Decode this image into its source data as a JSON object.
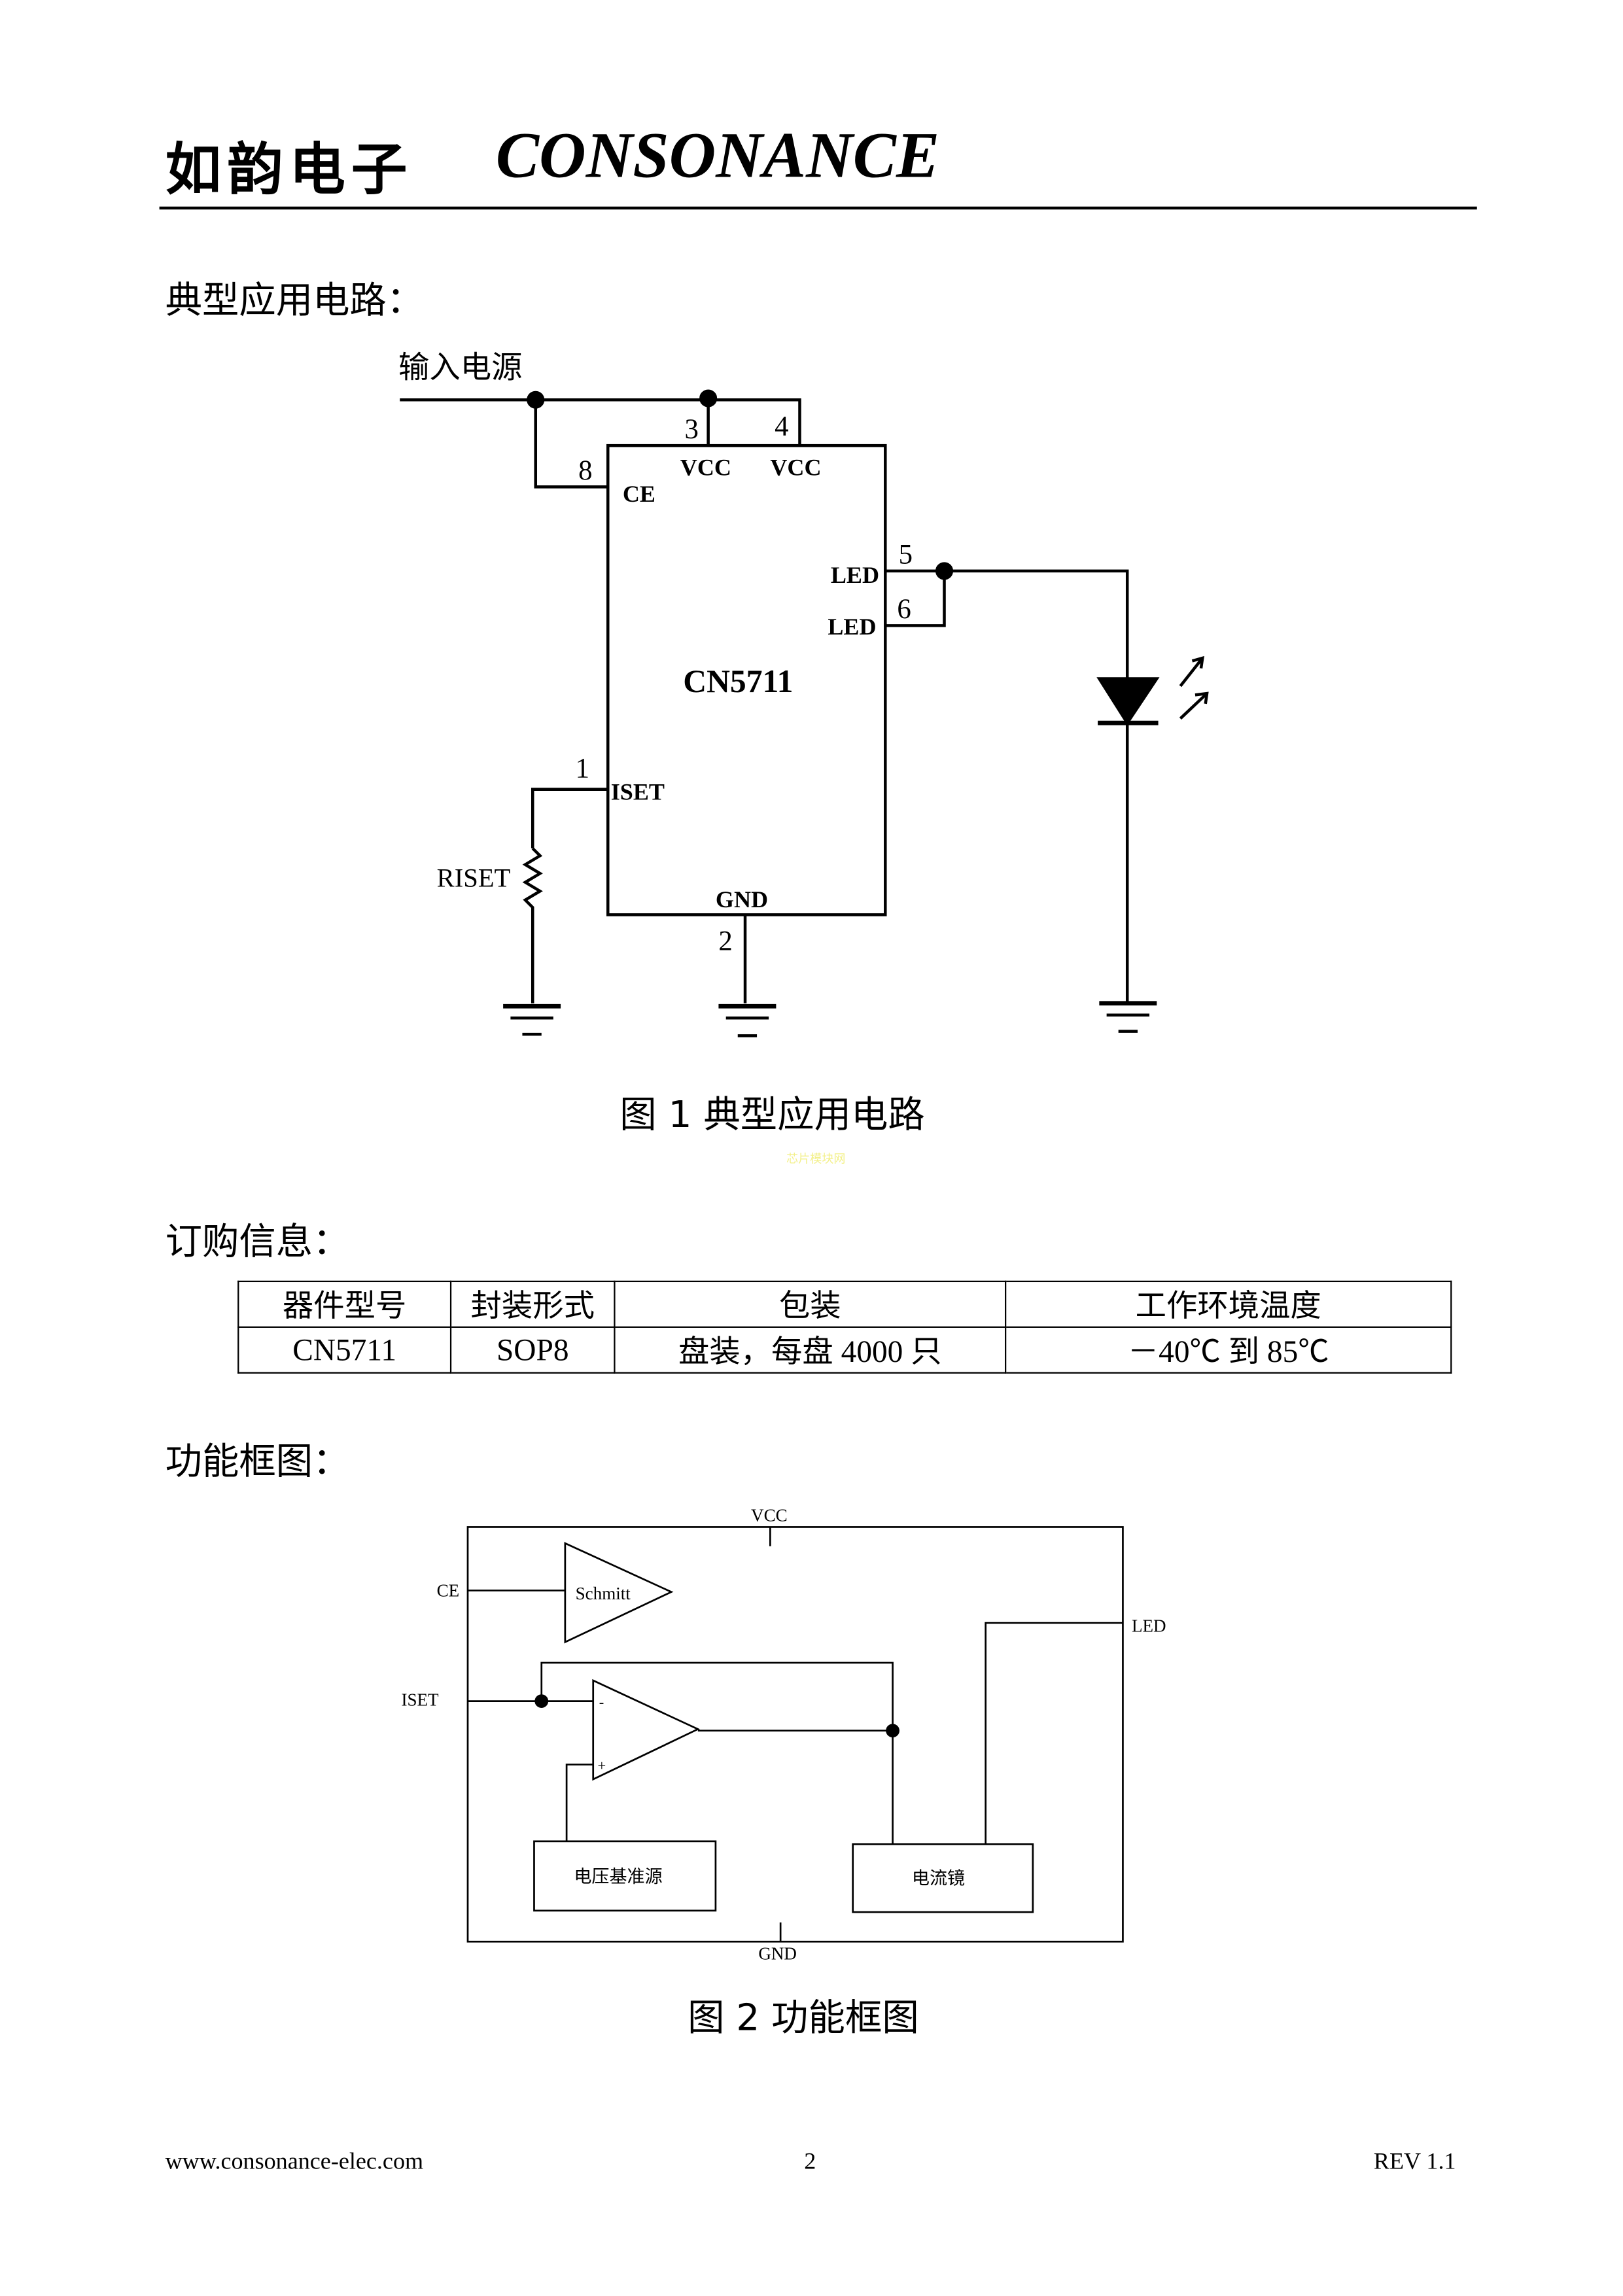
{
  "header": {
    "company_cn": "如韵电子",
    "company_en": "CONSONANCE"
  },
  "section_typical": {
    "title": "典型应用电路："
  },
  "figure1": {
    "input_label": "输入电源",
    "chip": "CN5711",
    "pins": {
      "p1": "1",
      "p2": "2",
      "p3": "3",
      "p4": "4",
      "p5": "5",
      "p6": "6",
      "p8": "8"
    },
    "pin_names": {
      "vcc1": "VCC",
      "vcc2": "VCC",
      "ce": "CE",
      "led1": "LED",
      "led2": "LED",
      "iset": "ISET",
      "gnd": "GND"
    },
    "resistor": "RISET",
    "caption": "图 1    典型应用电路"
  },
  "watermark": "芯片模块网",
  "section_order": {
    "title": "订购信息："
  },
  "order_table": {
    "headers": [
      "器件型号",
      "封装形式",
      "包装",
      "工作环境温度"
    ],
    "rows": [
      [
        "CN5711",
        "SOP8",
        "盘装，每盘 4000 只",
        "－40℃  到  85℃"
      ]
    ]
  },
  "section_block": {
    "title": "功能框图："
  },
  "figure2": {
    "vcc": "VCC",
    "ce": "CE",
    "iset": "ISET",
    "led": "LED",
    "gnd": "GND",
    "schmitt": "Schmitt",
    "minus": "-",
    "plus": "+",
    "vref": "电压基准源",
    "mirror": "电流镜",
    "caption": "图 2  功能框图"
  },
  "footer": {
    "url": "www.consonance-elec.com",
    "page": "2",
    "rev": "REV 1.1"
  }
}
